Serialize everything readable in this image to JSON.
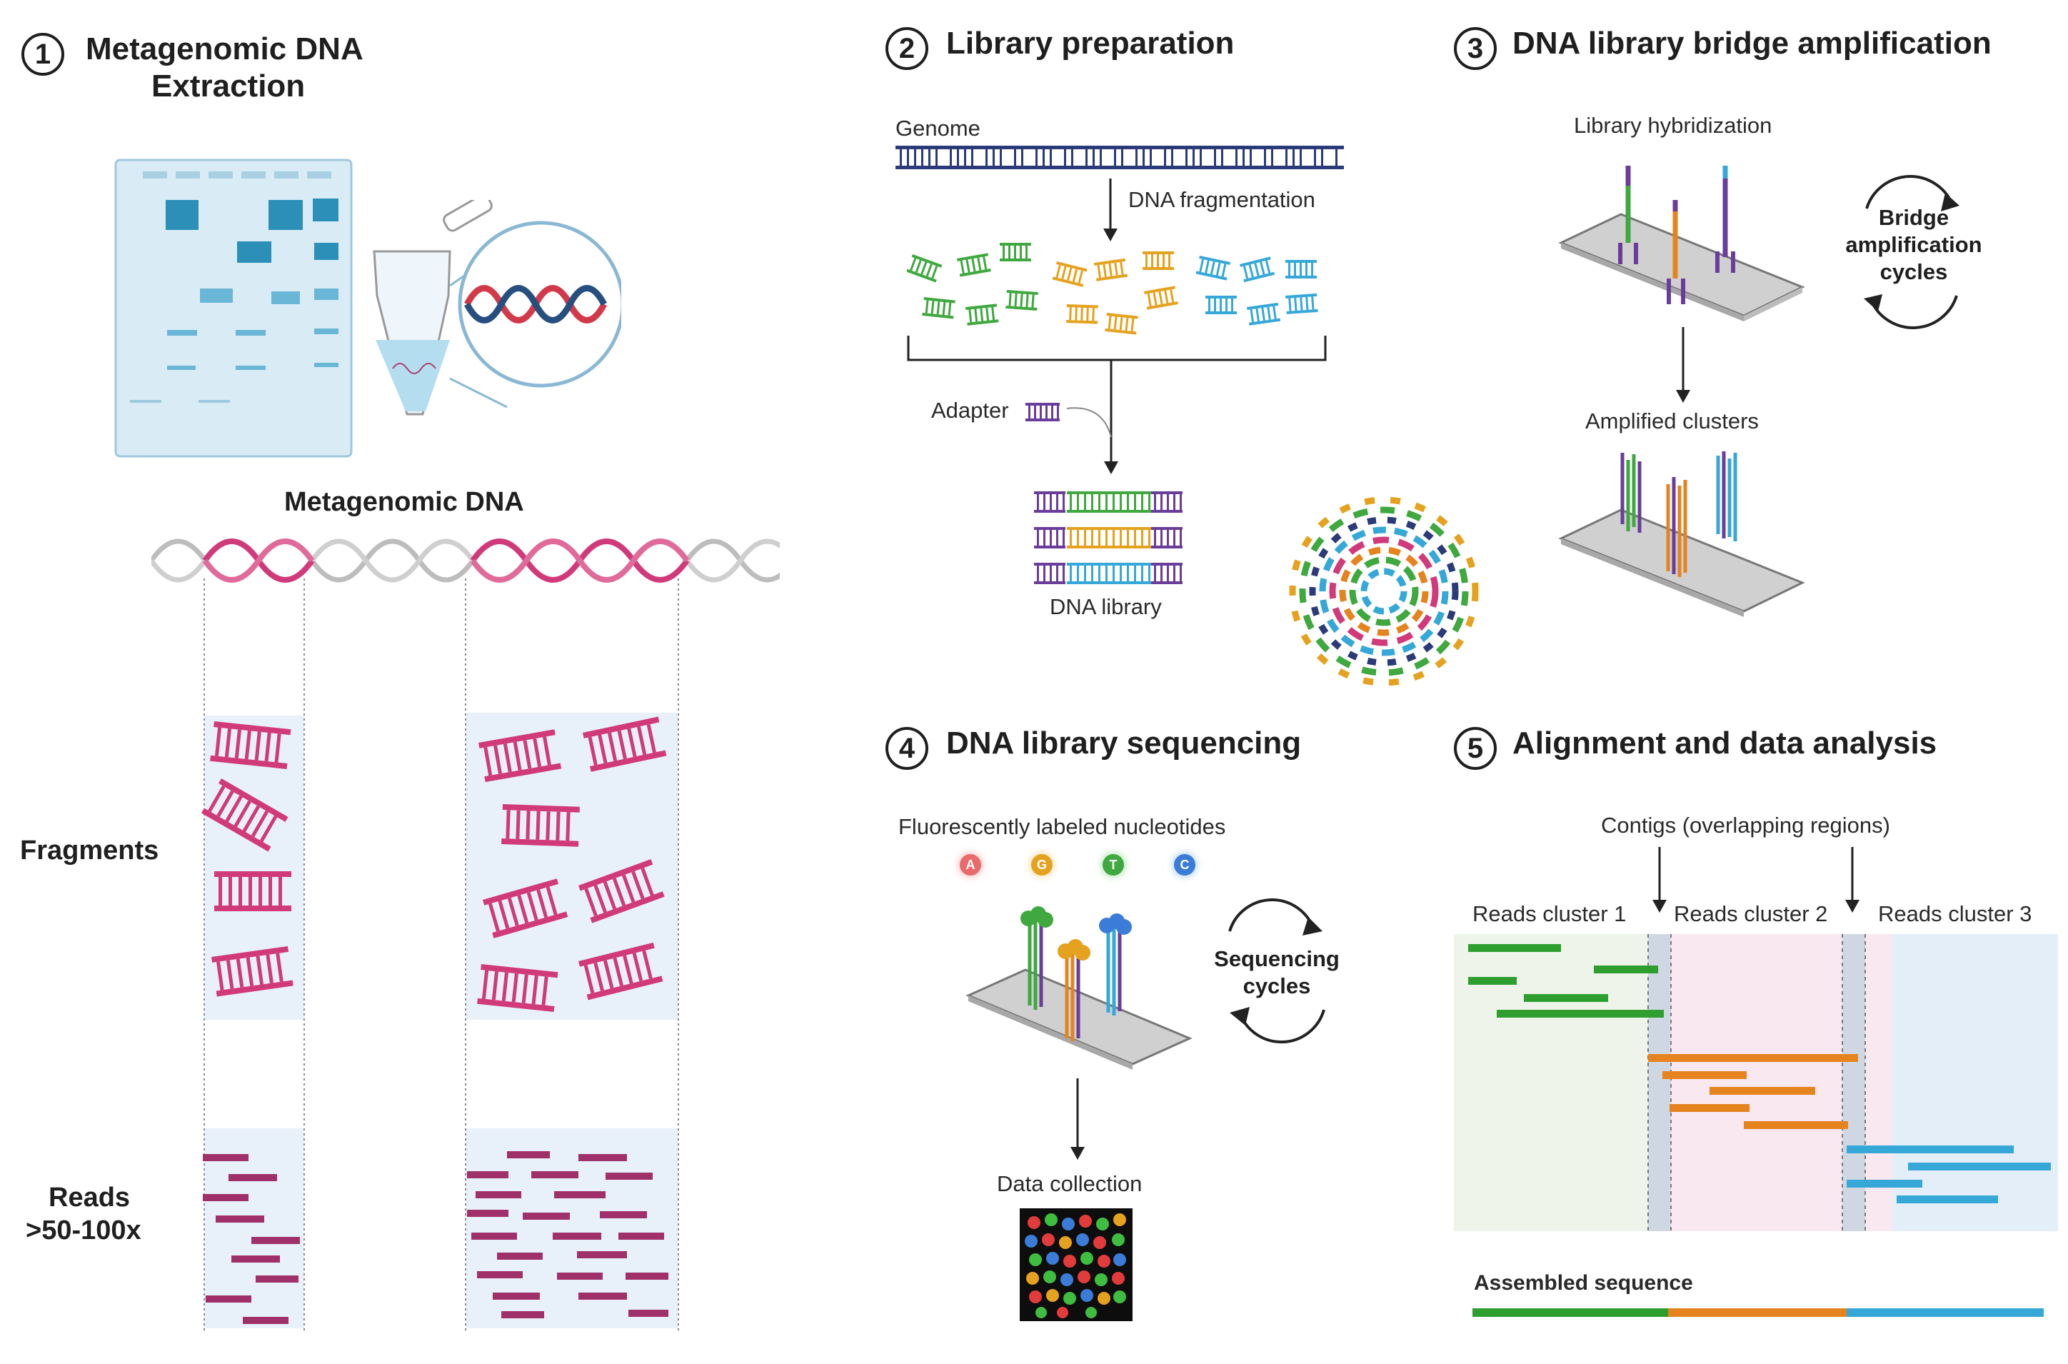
{
  "panels": [
    {
      "number": "1",
      "title_line1": "Metagenomic DNA",
      "title_line2": "Extraction"
    },
    {
      "number": "2",
      "title": "Library preparation"
    },
    {
      "number": "3",
      "title": "DNA library bridge amplification"
    },
    {
      "number": "4",
      "title": "DNA library sequencing"
    },
    {
      "number": "5",
      "title": "Alignment and data analysis"
    }
  ],
  "panel1": {
    "dna_title": "Metagenomic DNA",
    "fragments_label": "Fragments",
    "reads_label_line1": "Reads",
    "reads_label_line2": ">50-100x"
  },
  "panel2": {
    "genome": "Genome",
    "fragmentation": "DNA fragmentation",
    "adapter": "Adapter",
    "library": "DNA library"
  },
  "panel3": {
    "hybridization": "Library hybridization",
    "cycles_line1": "Bridge",
    "cycles_line2": "amplification",
    "cycles_line3": "cycles",
    "clusters": "Amplified clusters"
  },
  "panel4": {
    "nucleotides": "Fluorescently labeled nucleotides",
    "bases": [
      "A",
      "G",
      "T",
      "C"
    ],
    "cycles_line1": "Sequencing",
    "cycles_line2": "cycles",
    "data_collection": "Data collection"
  },
  "panel5": {
    "contigs": "Contigs (overlapping regions)",
    "clusters": [
      "Reads cluster 1",
      "Reads cluster 2",
      "Reads cluster 3"
    ],
    "assembled": "Assembled sequence"
  },
  "colors": {
    "green": "#2e9e2e",
    "orange": "#e5831f",
    "blue": "#36a8d8",
    "purple": "#6a3d9a",
    "magenta": "#d13a7a",
    "read_bar": "#a0306a"
  }
}
